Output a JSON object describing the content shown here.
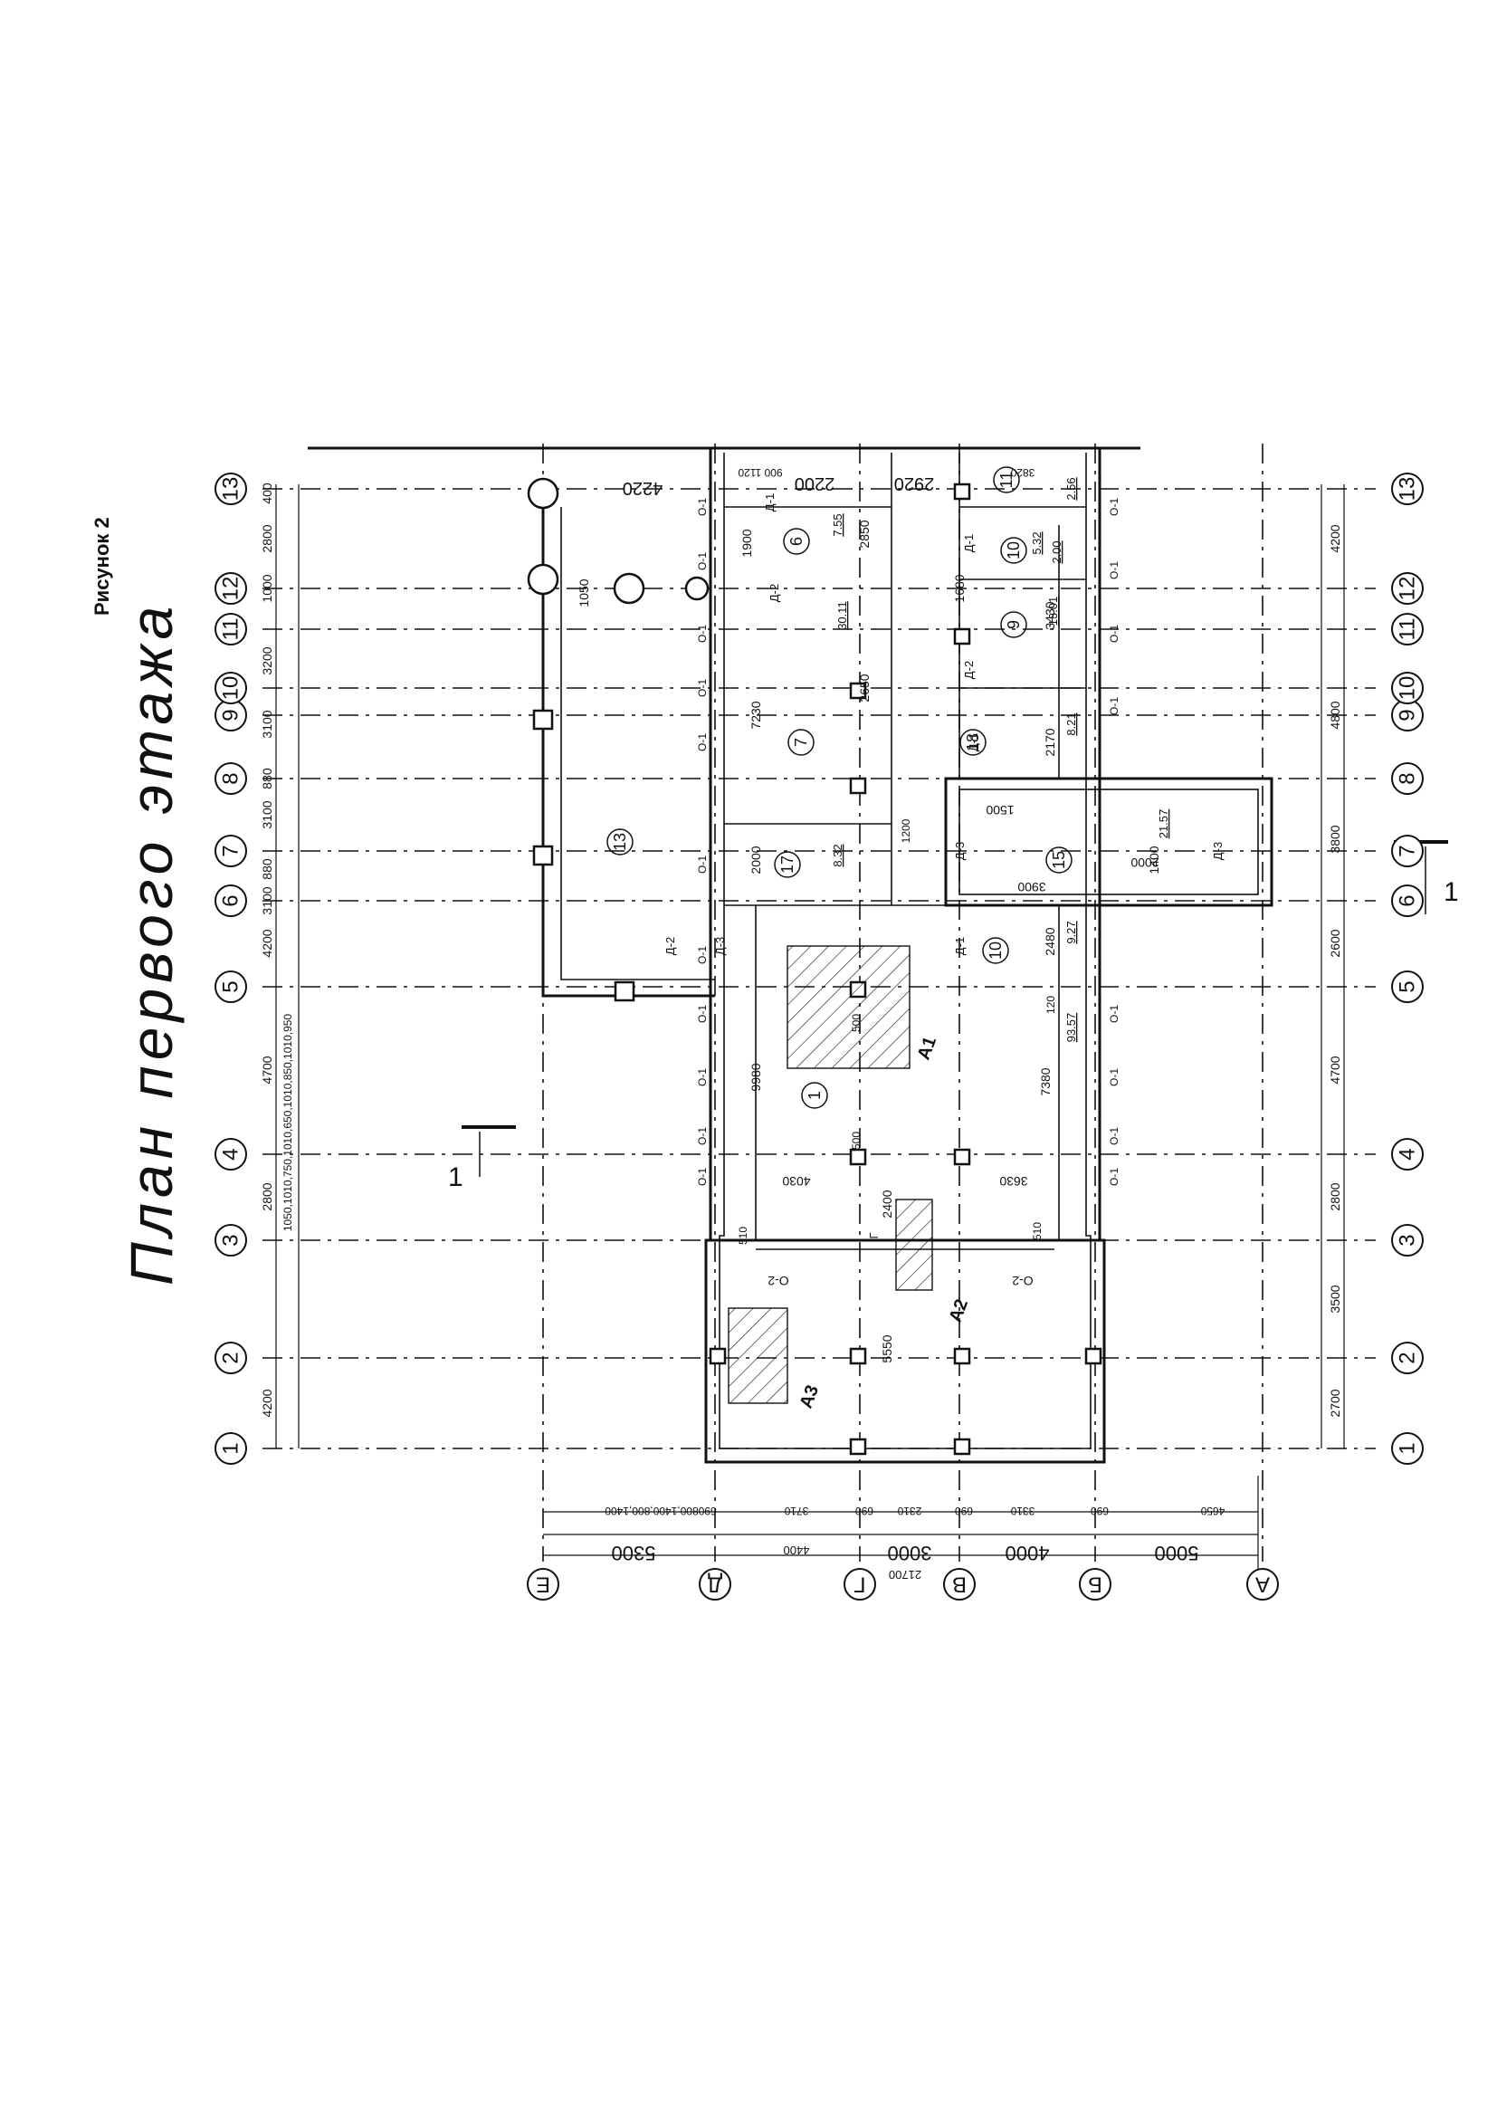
{
  "header": {
    "figure_label": "Рисунок 2",
    "title": "План первого этажа"
  },
  "axes": {
    "numeric": [
      "1",
      "2",
      "3",
      "4",
      "5",
      "6",
      "7",
      "8",
      "9",
      "10",
      "11",
      "12",
      "13"
    ],
    "letters": [
      "А",
      "Б",
      "В",
      "Г",
      "Д",
      "Е"
    ]
  },
  "dimensions": {
    "left_chain": [
      "2700",
      "3500",
      "2800",
      "4700",
      "2600",
      "3800",
      "4800",
      "4200"
    ],
    "top_chain": [
      "4200",
      "2800",
      "4700",
      "4200",
      "3100",
      "880",
      "3100",
      "880",
      "3100",
      "3200",
      "1000",
      "2800",
      "400"
    ],
    "top_detail": [
      "1050,1010,750,1010,650,1010,850,1010,950",
      "1010",
      "1050",
      "1050",
      "1010",
      "1010",
      "1010",
      "1010",
      "1050"
    ],
    "bottom_total": "21700",
    "bottom_chain": [
      "5000",
      "4000",
      "3000",
      "5300"
    ],
    "bottom_detail": [
      "4650",
      "690",
      "3310",
      "690",
      "2310",
      "690",
      "3710",
      "690800,1400,800,1400"
    ],
    "bottom_mid": [
      "4400"
    ],
    "interior": [
      "2920",
      "2200",
      "900 1120",
      "4220",
      "3820",
      "1050",
      "2850",
      "2650",
      "7230",
      "2000",
      "9980",
      "7380",
      "4030",
      "3630",
      "5550",
      "2400",
      "510",
      "510",
      "2480",
      "2170",
      "3430",
      "1680",
      "1900",
      "1500",
      "3900",
      "2000",
      "1400",
      "1200",
      "120",
      "500",
      "500"
    ]
  },
  "rooms": {
    "numbers": [
      "1",
      "6",
      "7",
      "17",
      "10",
      "15",
      "18",
      "9",
      "10",
      "11",
      "13"
    ],
    "areas": [
      "7.55",
      "30.11",
      "8.32",
      "9.27",
      "93.57",
      "8.21",
      "13.01",
      "2.00",
      "2.56",
      "5.32",
      "21.57"
    ]
  },
  "labels": {
    "doors": [
      "Д-1",
      "Д-2",
      "Д-3",
      "Д-1",
      "Д-2",
      "Д-1",
      "Д-3",
      "Д-2",
      "Д-1",
      "Д-3"
    ],
    "windows": [
      "О-1",
      "О-2",
      "О-2"
    ],
    "sections": [
      "А1",
      "А2",
      "А3"
    ],
    "cut": "1",
    "stair": "Г"
  }
}
